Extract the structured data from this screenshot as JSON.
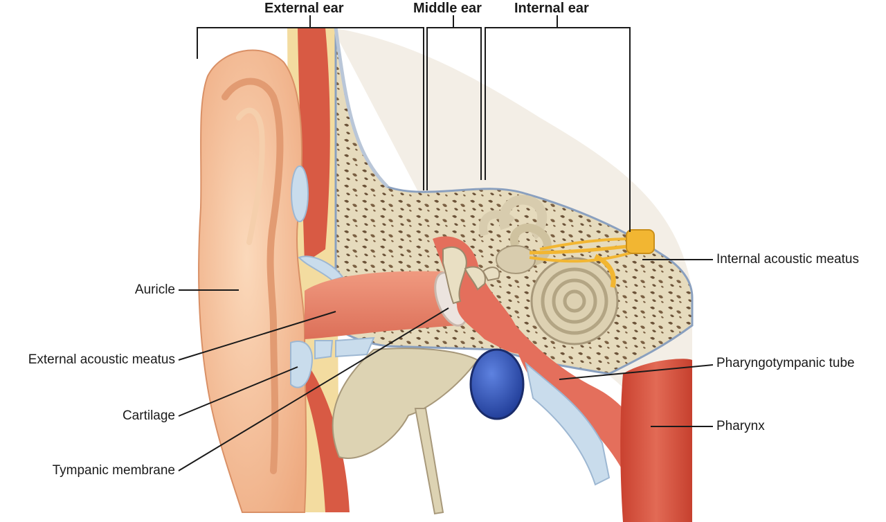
{
  "regions": {
    "external": "External ear",
    "middle": "Middle ear",
    "internal": "Internal ear"
  },
  "labels": {
    "auricle": "Auricle",
    "external_meatus": "External acoustic meatus",
    "cartilage": "Cartilage",
    "tympanic_membrane": "Tympanic membrane",
    "internal_meatus": "Internal acoustic meatus",
    "pharyngotympanic_tube": "Pharyngotympanic tube",
    "pharynx": "Pharynx"
  },
  "colors": {
    "skin": "#f7c9a3",
    "skin_shadow": "#e9a77c",
    "bone": "#e9dfc3",
    "bone_pore": "#6b5238",
    "canal": "#e8826a",
    "muscle": "#d9553f",
    "cartilage": "#c9dcec",
    "fat": "#f6e3a8",
    "nerve": "#f2b632",
    "vessel": "#2f52b8",
    "membrane": "#ece4df"
  }
}
